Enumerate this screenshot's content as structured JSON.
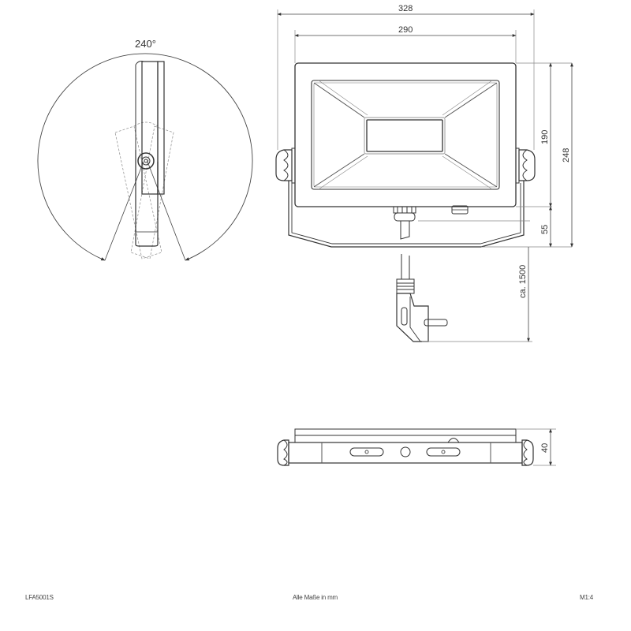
{
  "drawing": {
    "title": "Technical dimension drawing - LED floodlight",
    "stroke_color": "#333333",
    "dim_color": "#555555",
    "hidden_line_color": "#888888"
  },
  "side_view": {
    "rotation_label": "240°"
  },
  "front_view": {
    "width_overall": "328",
    "width_housing": "290",
    "height_housing": "190",
    "height_overall": "248",
    "bracket_depth": "55",
    "cable_length": "ca. 1500"
  },
  "top_view": {
    "depth": "40"
  },
  "footer": {
    "article_number": "LFA5001S",
    "units_note": "Alle Maße in mm",
    "scale": "M1:4"
  }
}
